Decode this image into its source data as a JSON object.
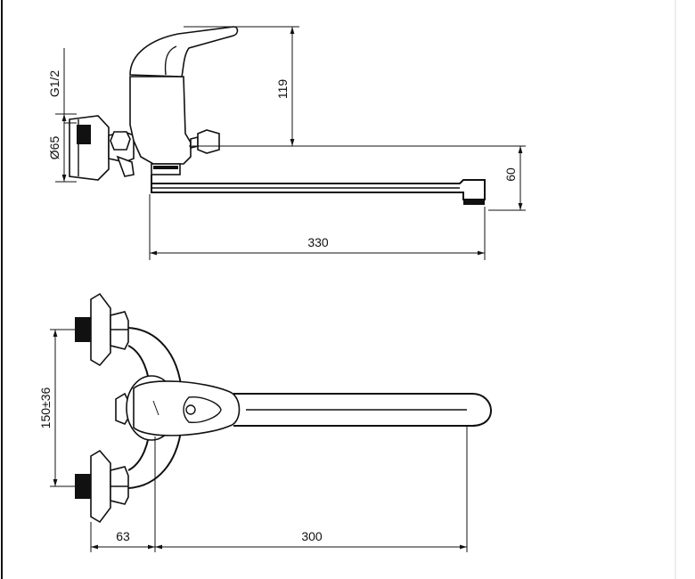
{
  "dimensions": {
    "thread": "G1/2",
    "diameter": "Ø65",
    "height": "119",
    "spout_height": "60",
    "spout_length": "330",
    "spacing": "150±36",
    "wall_offset": "63",
    "reach": "300"
  }
}
